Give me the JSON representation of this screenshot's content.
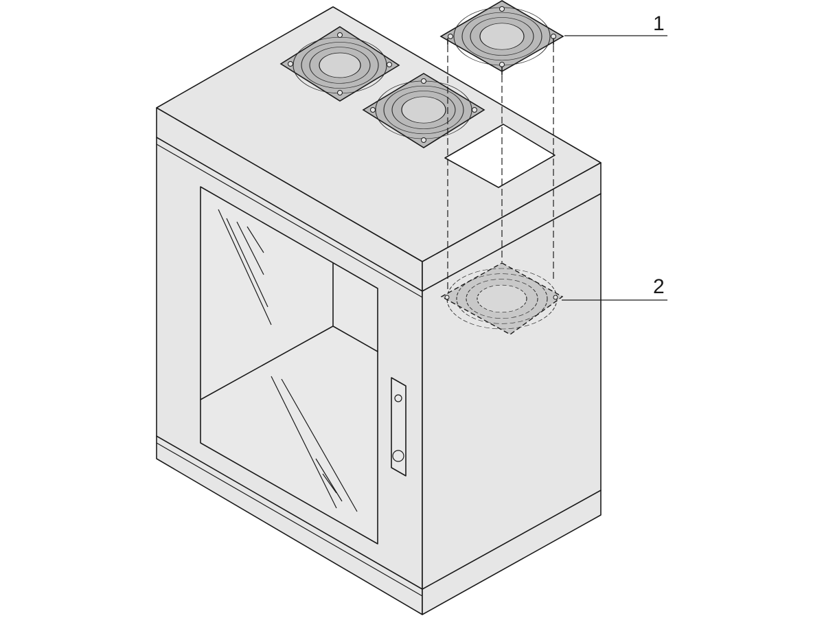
{
  "callouts": [
    {
      "id": "1",
      "label": "1"
    },
    {
      "id": "2",
      "label": "2"
    }
  ],
  "colors": {
    "cabinet_face": "#e6e6e6",
    "fan_plate": "#b9b9b9",
    "line": "#1a1a1a",
    "background": "#ffffff"
  },
  "icons": [
    "fan-guard-icon",
    "filter-mat-icon",
    "door-lock-icon"
  ]
}
